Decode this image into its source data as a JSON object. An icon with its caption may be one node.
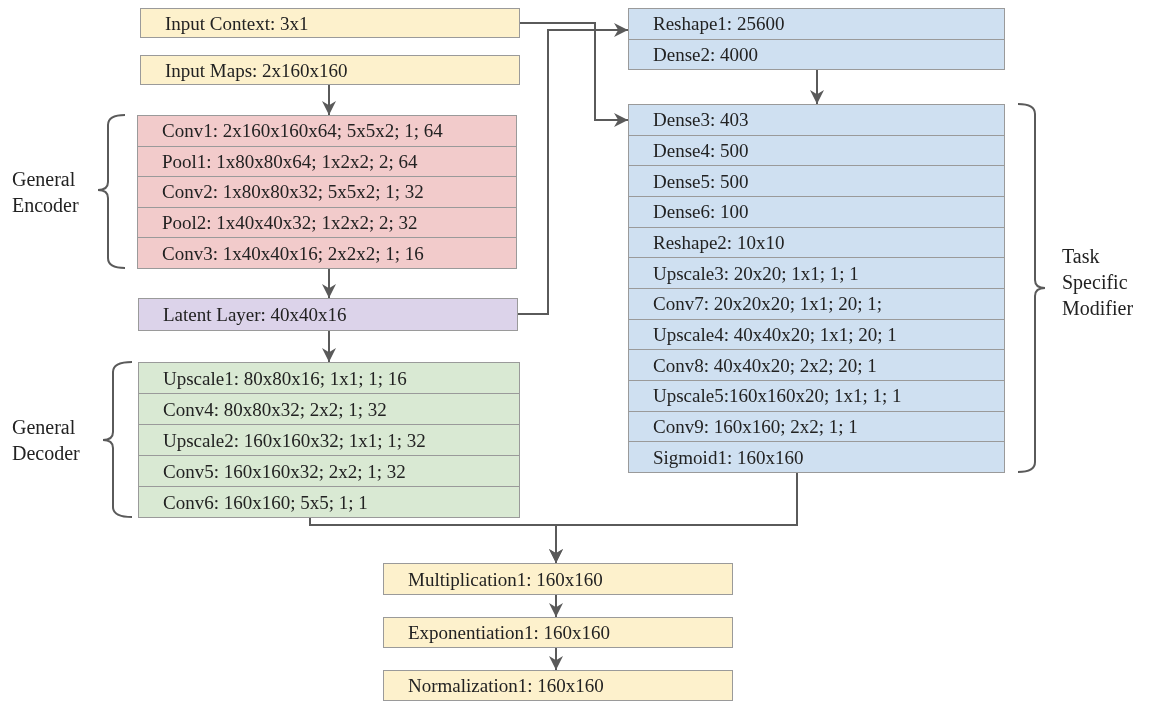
{
  "diagram": {
    "nodes": [
      {
        "text": [
          "Input Context: 3x1"
        ]
      },
      {
        "text": [
          "Input Maps: 2x160x160"
        ]
      },
      {
        "text": [
          "Conv1: 2x160x160x64; 5x5x2; 1; 64"
        ]
      },
      {
        "text": [
          "Pool1: 1x80x80x64; 1x2x2; 2; 64"
        ]
      },
      {
        "text": [
          "Conv2: 1x80x80x32; 5x5x2; 1; 32"
        ]
      },
      {
        "text": [
          "Pool2: 1x40x40x32; 1x2x2; 2; 32"
        ]
      },
      {
        "text": [
          "Conv3: 1x40x40x16; 2x2x2; 1; 16"
        ]
      },
      {
        "text": [
          "Latent Layer: 40x40x16"
        ]
      },
      {
        "text": [
          "Upscale1: 80x80x16; 1x1; 1; 16"
        ]
      },
      {
        "text": [
          "Conv4: 80x80x32; 2x2; 1; 32"
        ]
      },
      {
        "text": [
          "Upscale2: 160x160x32; 1x1; 1; 32"
        ]
      },
      {
        "text": [
          "Conv5: 160x160x32; 2x2; 1; 32"
        ]
      },
      {
        "text": [
          "Conv6: 160x160; 5x5; 1; 1"
        ]
      },
      {
        "text": [
          "Reshape1: 25600"
        ]
      },
      {
        "text": [
          "Dense2: 4000"
        ]
      },
      {
        "text": [
          "Dense3: 403"
        ]
      },
      {
        "text": [
          "Dense4: 500"
        ]
      },
      {
        "text": [
          "Dense5: 500"
        ]
      },
      {
        "text": [
          "Dense6: 100"
        ]
      },
      {
        "text": [
          "Reshape2: 10x10"
        ]
      },
      {
        "text": [
          "Upscale3: 20x20; 1x1; 1; 1"
        ]
      },
      {
        "text": [
          "Conv7: 20x20x20; 1x1; 20; 1;"
        ]
      },
      {
        "text": [
          "Upscale4: 40x40x20; 1x1; 20; 1"
        ]
      },
      {
        "text": [
          "Conv8: 40x40x20; 2x2; 20; 1"
        ]
      },
      {
        "text": [
          "Upscale5:160x160x20; 1x1; 1; 1"
        ]
      },
      {
        "text": [
          "Conv9: 160x160; 2x2; 1; 1"
        ]
      },
      {
        "text": [
          "Sigmoid1: 160x160"
        ]
      },
      {
        "text": [
          "Multiplication1: 160x160"
        ]
      },
      {
        "text": [
          "Exponentiation1: 160x160"
        ]
      },
      {
        "text": [
          "Normalization1: 160x160"
        ]
      }
    ],
    "edges": [
      {
        "from": 1,
        "to": 2,
        "arrow": "to"
      },
      {
        "from": 6,
        "to": 7,
        "arrow": "to"
      },
      {
        "from": 7,
        "to": 8,
        "arrow": "to"
      },
      {
        "from": 7,
        "to": 13,
        "arrow": "to"
      },
      {
        "from": 0,
        "to": 15,
        "arrow": "to"
      },
      {
        "from": 14,
        "to": 15,
        "arrow": "to"
      },
      {
        "from": 12,
        "to": 27,
        "arrow": "to"
      },
      {
        "from": 26,
        "to": 27,
        "arrow": "to"
      },
      {
        "from": 27,
        "to": 28,
        "arrow": "to"
      },
      {
        "from": 28,
        "to": 29,
        "arrow": "to"
      }
    ],
    "labels": [
      "General Encoder",
      "General Decoder",
      "Task Specific Modifier"
    ]
  }
}
